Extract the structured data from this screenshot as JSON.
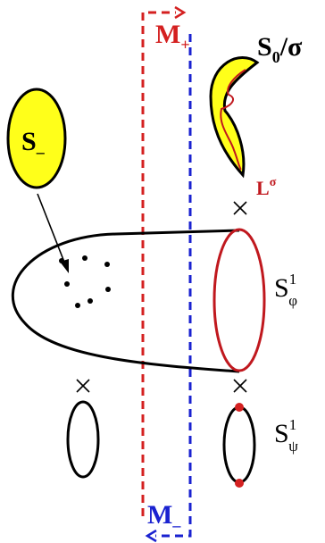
{
  "labels": {
    "m_plus": {
      "base": "M",
      "sub": "+"
    },
    "m_minus": {
      "base": "M",
      "sub": "–"
    },
    "s0_sigma": {
      "base": "S",
      "sub": "0",
      "rest": "/σ"
    },
    "s_minus": {
      "base": "S",
      "sub": "–"
    },
    "l_sigma": {
      "base": "L",
      "sup": "σ"
    },
    "s1_phi": {
      "base": "S",
      "sup": "1",
      "sub": "φ"
    },
    "s1_psi": {
      "base": "S",
      "sup": "1",
      "sub": "ψ"
    }
  },
  "colors": {
    "red": "#d42020",
    "blue": "#1a22d0",
    "dark_red": "#c0181e",
    "yellow": "#ffff1a",
    "black": "#000000"
  }
}
